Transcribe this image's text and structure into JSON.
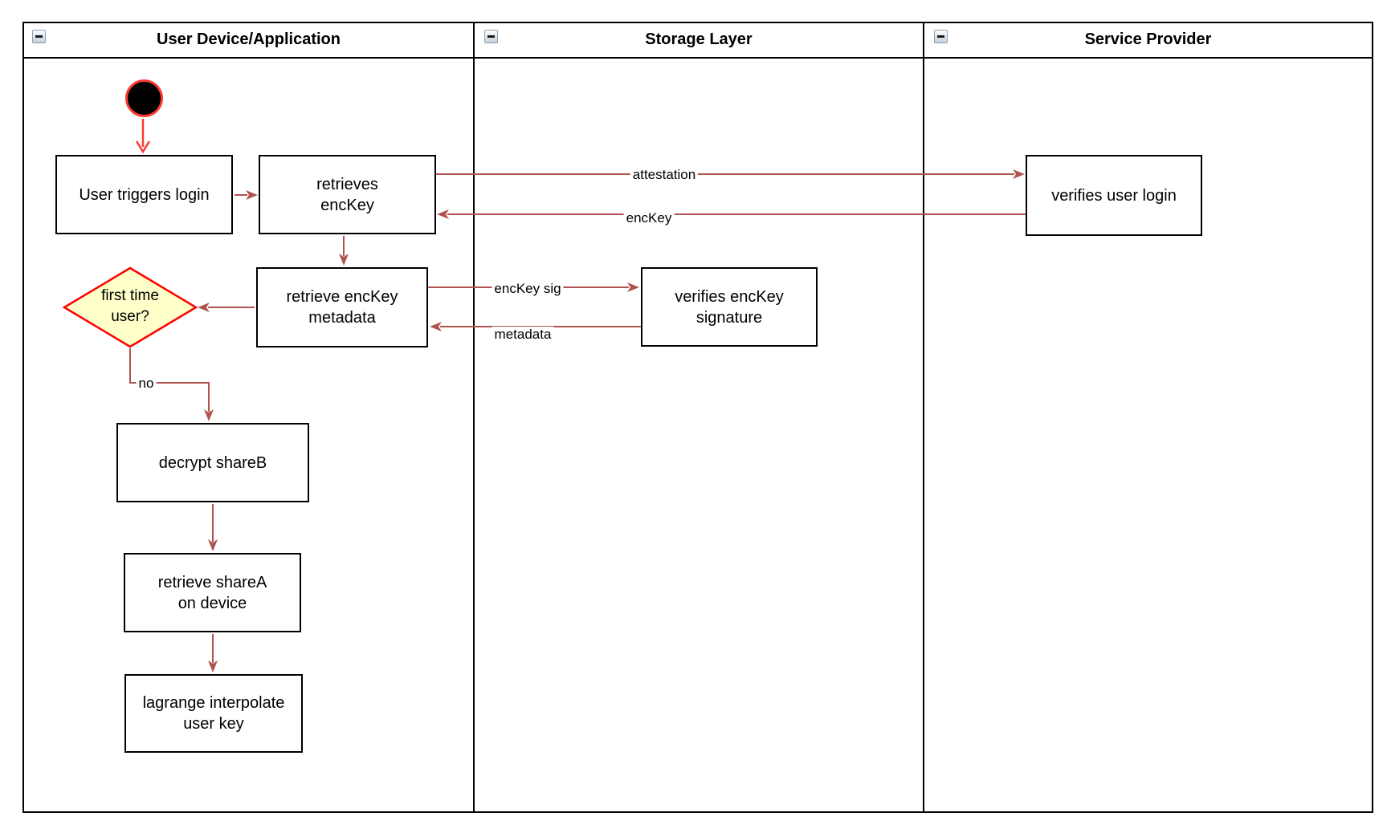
{
  "diagram": {
    "lanes": [
      {
        "title": "User Device/Application"
      },
      {
        "title": "Storage Layer"
      },
      {
        "title": "Service Provider"
      }
    ],
    "nodes": {
      "user_triggers_login": "User triggers login",
      "retrieves_enckey": "retrieves\nencKey",
      "retrieve_enckey_metadata": "retrieve encKey\nmetadata",
      "first_time_user": "first time\nuser?",
      "decrypt_shareb": "decrypt shareB",
      "retrieve_sharea": "retrieve shareA\non device",
      "lagrange_interpolate": "lagrange interpolate\nuser key",
      "verifies_enckey_signature": "verifies encKey\nsignature",
      "verifies_user_login": "verifies user login"
    },
    "edge_labels": {
      "attestation": "attestation",
      "enckey": "encKey",
      "enckey_sig": "encKey sig",
      "metadata": "metadata",
      "no": "no"
    },
    "colors": {
      "connector": "#B05450",
      "accent_red": "#FA3B32",
      "decision_fill": "#FFFFC9",
      "decision_border": "#FF0000",
      "node_border": "#000000",
      "node_fill": "#FFFFFF"
    }
  }
}
